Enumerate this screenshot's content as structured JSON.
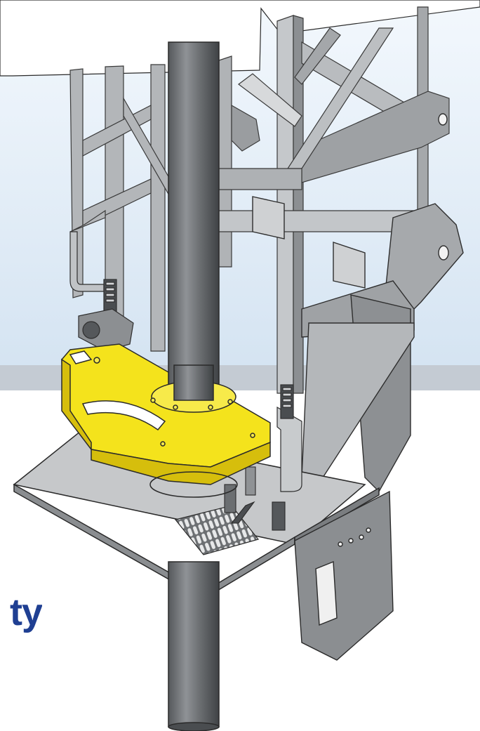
{
  "caption_fragment": "ty",
  "colors": {
    "sky_top": "#f3f8fd",
    "sky_bottom": "#d5e4f2",
    "band": "#c4cbd3",
    "steel_light": "#b9bcbf",
    "steel_mid": "#8e9194",
    "steel_dark": "#5c5f62",
    "plate": "#a9acaf",
    "safety_yellow": "#f4e31c",
    "yellow_shade": "#d6be0c",
    "caption_blue": "#1f3f92",
    "outline": "#2a2a2a"
  },
  "icons": [
    "drilling-mast-illustration",
    "pipe-column",
    "yellow-clamp-housing",
    "lattice-frame",
    "rotary-table-plate",
    "floor-grating"
  ]
}
